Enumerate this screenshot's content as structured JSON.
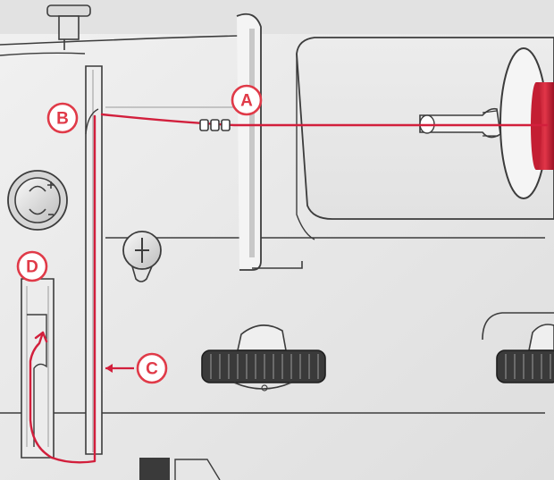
{
  "diagram": {
    "callouts": [
      {
        "id": "A",
        "label": "A"
      },
      {
        "id": "B",
        "label": "B"
      },
      {
        "id": "C",
        "label": "C"
      },
      {
        "id": "D",
        "label": "D"
      }
    ],
    "colors": {
      "thread": "#d21f3c",
      "callout": "#e03a48",
      "body": "#e8e8e8",
      "outline": "#3c3c3c"
    },
    "icons": [
      "spool-pin-icon",
      "thread-spool-icon",
      "tension-dial-icon",
      "screw-icon",
      "knob-icon"
    ]
  }
}
